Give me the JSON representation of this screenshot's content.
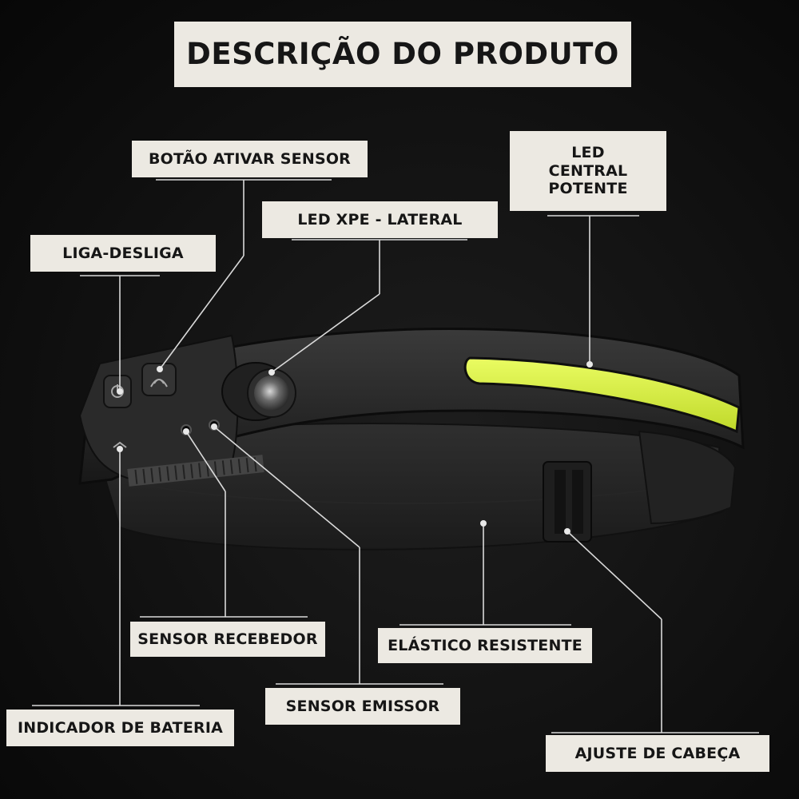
{
  "title": "DESCRIÇÃO DO PRODUTO",
  "labels": {
    "botao_ativar_sensor": "BOTÃO ATIVAR SENSOR",
    "led_central_potente": [
      "LED",
      "CENTRAL",
      "POTENTE"
    ],
    "led_xpe_lateral": "LED XPE - LATERAL",
    "liga_desliga": "LIGA-DESLIGA",
    "sensor_recebedor": "SENSOR RECEBEDOR",
    "elastico_resistente": "ELÁSTICO RESISTENTE",
    "sensor_emissor": "SENSOR EMISSOR",
    "indicador_de_bateria": "INDICADOR DE BATERIA",
    "ajuste_de_cabeca": "AJUSTE DE CABEÇA"
  },
  "colors": {
    "background": "#0d0d0d",
    "label_background": "#ece9e2",
    "label_text": "#161616",
    "led_strip": "#dcf43a",
    "callout_line": "#d9d9d9"
  }
}
